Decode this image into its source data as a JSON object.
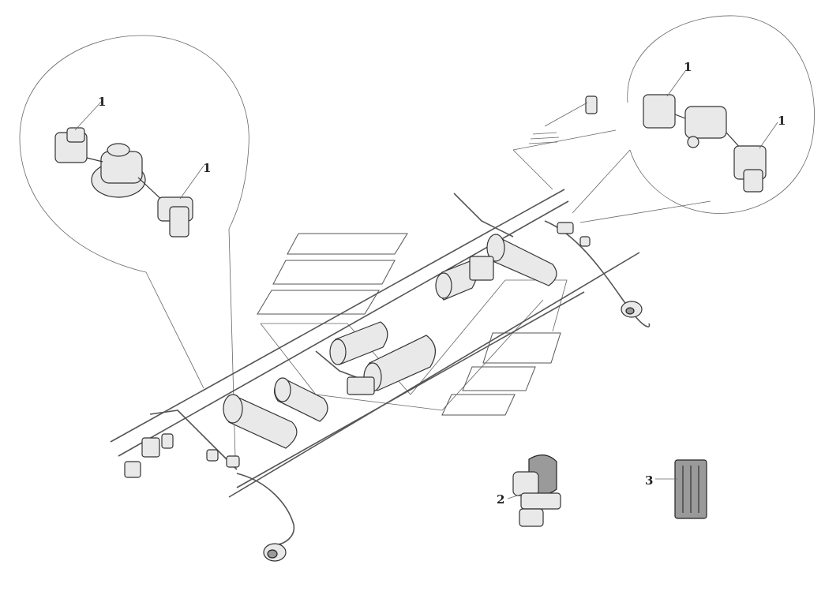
{
  "callouts": {
    "left_top": "1",
    "left_right": "1",
    "right_top": "1",
    "right_right": "1",
    "valve": "2",
    "module": "3"
  },
  "colors": {
    "line": "#333333",
    "background": "#ffffff"
  }
}
